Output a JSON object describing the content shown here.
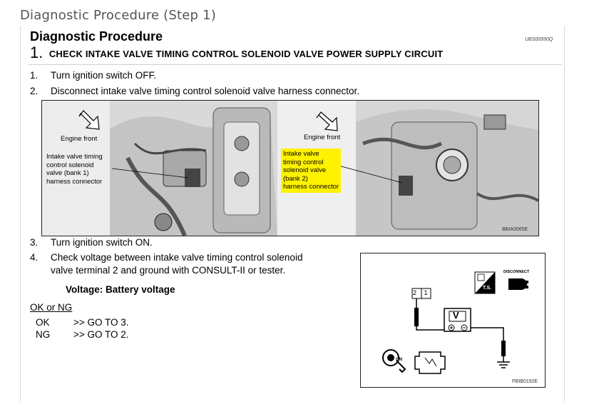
{
  "page": {
    "header": "Diagnostic Procedure (Step 1)"
  },
  "doc": {
    "title": "Diagnostic Procedure",
    "doc_id": "UBS00990Q",
    "step_number": "1.",
    "step_title": "CHECK INTAKE VALVE TIMING CONTROL SOLENOID VALVE POWER SUPPLY CIRCUIT",
    "steps": [
      {
        "num": "1.",
        "text": "Turn ignition switch OFF."
      },
      {
        "num": "2.",
        "text": "Disconnect intake valve timing control solenoid valve harness connector."
      },
      {
        "num": "3.",
        "text": "Turn ignition switch ON."
      },
      {
        "num": "4.",
        "text": "Check voltage between intake valve timing control solenoid",
        "text2": "valve terminal 2 and ground with CONSULT-II or tester."
      }
    ],
    "voltage_spec": "Voltage: Battery voltage",
    "ok_ng_label": "OK or NG",
    "results": [
      {
        "status": "OK",
        "action": ">> GO TO 3."
      },
      {
        "status": "NG",
        "action": ">> GO TO 2."
      }
    ]
  },
  "figure1": {
    "left": {
      "direction": "Engine front",
      "label": [
        "Intake valve timing",
        "control solenoid",
        "valve (bank 1)",
        "harness connector"
      ]
    },
    "right": {
      "direction": "Engine front",
      "label": [
        "Intake valve",
        "timing control",
        "solenoid valve",
        "(bank 2)",
        "harness connector"
      ]
    },
    "figure_id": "BBIA0065E",
    "highlight_color": "#fff200"
  },
  "figure2": {
    "connector_terminals": "2 1",
    "meter_label": "V",
    "ts_label": "T.S.",
    "disconnect_label": "DISCONNECT",
    "ignition_label": "ON",
    "figure_id": "PBIB0192E"
  }
}
